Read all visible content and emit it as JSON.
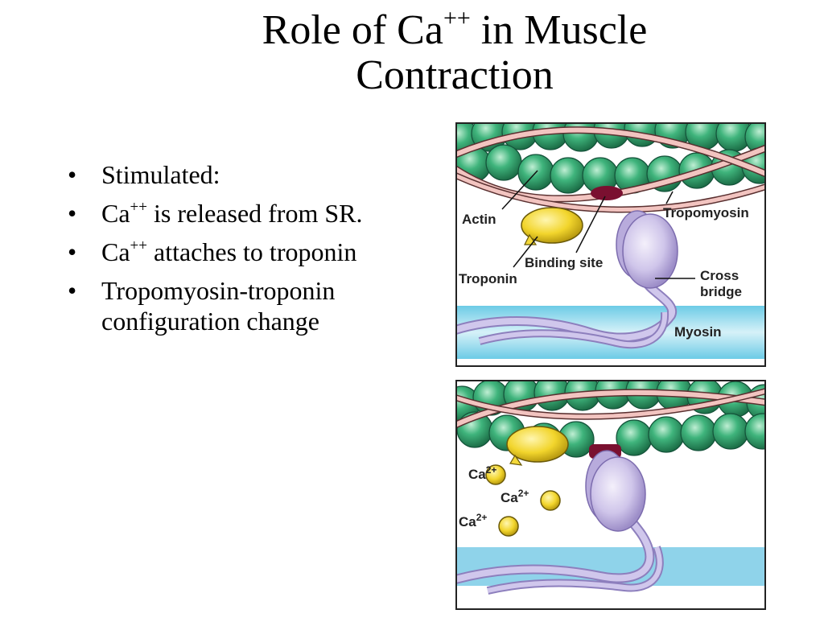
{
  "title": {
    "line1_prefix": "Role of  Ca",
    "line1_sup": "++",
    "line1_suffix": " in Muscle",
    "line2": "Contraction"
  },
  "bullets": [
    {
      "bullet": "•",
      "prefix": "Stimulated:",
      "sup": "",
      "suffix": ""
    },
    {
      "bullet": "•",
      "prefix": "Ca",
      "sup": "++",
      "suffix": " is released from SR."
    },
    {
      "bullet": "•",
      "prefix": "Ca",
      "sup": "++",
      "suffix": " attaches to troponin"
    },
    {
      "bullet": "•",
      "prefix": "Tropomyosin-troponin configuration change",
      "sup": "",
      "suffix": ""
    }
  ],
  "figure_top": {
    "labels": {
      "actin": "Actin",
      "tropomyosin": "Tropomyosin",
      "binding_site": "Binding site",
      "troponin": "Troponin",
      "cross_bridge_1": "Cross",
      "cross_bridge_2": "bridge",
      "myosin": "Myosin"
    }
  },
  "figure_bottom": {
    "ions": [
      {
        "base": "Ca",
        "sup": "2+"
      },
      {
        "base": "Ca",
        "sup": "2+"
      },
      {
        "base": "Ca",
        "sup": "2+"
      }
    ]
  },
  "colors": {
    "actin_green": "#2e9e6a",
    "tropomyosin_pink": "#f2c4c0",
    "troponin_yellow": "#f4d93a",
    "binding_site": "#7a1030",
    "myosin_lavender": "#c9bfe6",
    "myosin_band": "#8fd3ea"
  }
}
